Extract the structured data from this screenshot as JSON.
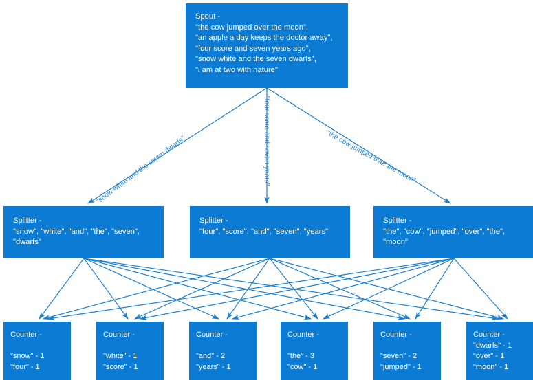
{
  "diagram": {
    "title": "Storm topology word count diagram",
    "colors": {
      "node_fill": "#0b7bd4",
      "node_text": "#ffffff",
      "edge": "#1b7fd0",
      "label_text": "#1b7fd0",
      "background": "#ffffff"
    },
    "spout": {
      "name": "spout-node",
      "heading": "Spout -",
      "lines": [
        "\"the cow jumped over the moon\",",
        "\"an apple a day keeps the doctor away\",",
        "\"four score and seven years ago\",",
        "\"snow white and the seven dwarfs\",",
        "\"i am at two with nature\""
      ],
      "text": "Spout -\n\"the cow jumped over the moon\",\n\"an apple a day keeps the doctor away\",\n\"four score and seven years ago\",\n\"snow white and the seven dwarfs\",\n\"i am at two with nature\""
    },
    "spout_edge_labels": [
      {
        "name": "edge-label-snow-white",
        "text": "\"snow white and the seven dwarfs\""
      },
      {
        "name": "edge-label-four-score",
        "text": "\"four score and seven years\""
      },
      {
        "name": "edge-label-the-cow",
        "text": "\"the cow jumped over the moon\""
      }
    ],
    "splitters": [
      {
        "name": "splitter-node-1",
        "heading": "Splitter -",
        "words": [
          "snow",
          "white",
          "and",
          "the",
          "seven",
          "dwarfs"
        ],
        "text": "Splitter -\n\"snow\", \"white\", \"and\", \"the\", \"seven\",\n\"dwarfs\""
      },
      {
        "name": "splitter-node-2",
        "heading": "Splitter -",
        "words": [
          "four",
          "score",
          "and",
          "seven",
          "years"
        ],
        "text": "Splitter -\n\"four\", \"score\", \"and\", \"seven\", \"years\""
      },
      {
        "name": "splitter-node-3",
        "heading": "Splitter -",
        "words": [
          "the",
          "cow",
          "jumped",
          "over",
          "the",
          "moon"
        ],
        "text": "Splitter -\n\"the\", \"cow\", \"jumped\", \"over\", \"the\",\n\"moon\""
      }
    ],
    "counters": [
      {
        "name": "counter-node-1",
        "heading": "Counter -",
        "entries": [
          {
            "word": "snow",
            "count": 1
          },
          {
            "word": "four",
            "count": 1
          }
        ],
        "text": "Counter -\n\n\"snow\" - 1\n\"four\" - 1"
      },
      {
        "name": "counter-node-2",
        "heading": "Counter -",
        "entries": [
          {
            "word": "white",
            "count": 1
          },
          {
            "word": "score",
            "count": 1
          }
        ],
        "text": "Counter -\n\n\"white\" - 1\n\"score\" - 1"
      },
      {
        "name": "counter-node-3",
        "heading": "Counter -",
        "entries": [
          {
            "word": "and",
            "count": 2
          },
          {
            "word": "years",
            "count": 1
          }
        ],
        "text": "Counter -\n\n\"and\" - 2\n\"years\" - 1"
      },
      {
        "name": "counter-node-4",
        "heading": "Counter -",
        "entries": [
          {
            "word": "the",
            "count": 3
          },
          {
            "word": "cow",
            "count": 1
          }
        ],
        "text": "Counter -\n\n\"the\" - 3\n\"cow\" - 1"
      },
      {
        "name": "counter-node-5",
        "heading": "Counter -",
        "entries": [
          {
            "word": "seven",
            "count": 2
          },
          {
            "word": "jumped",
            "count": 1
          }
        ],
        "text": "Counter -\n\n\"seven\" - 2\n\"jumped\" - 1"
      },
      {
        "name": "counter-node-6",
        "heading": "Counter -",
        "entries": [
          {
            "word": "dwarfs",
            "count": 1
          },
          {
            "word": "over",
            "count": 1
          },
          {
            "word": "moon",
            "count": 1
          }
        ],
        "text": "Counter -\n\"dwarfs\" - 1\n\"over\" - 1\n\"moon\" - 1"
      }
    ]
  }
}
